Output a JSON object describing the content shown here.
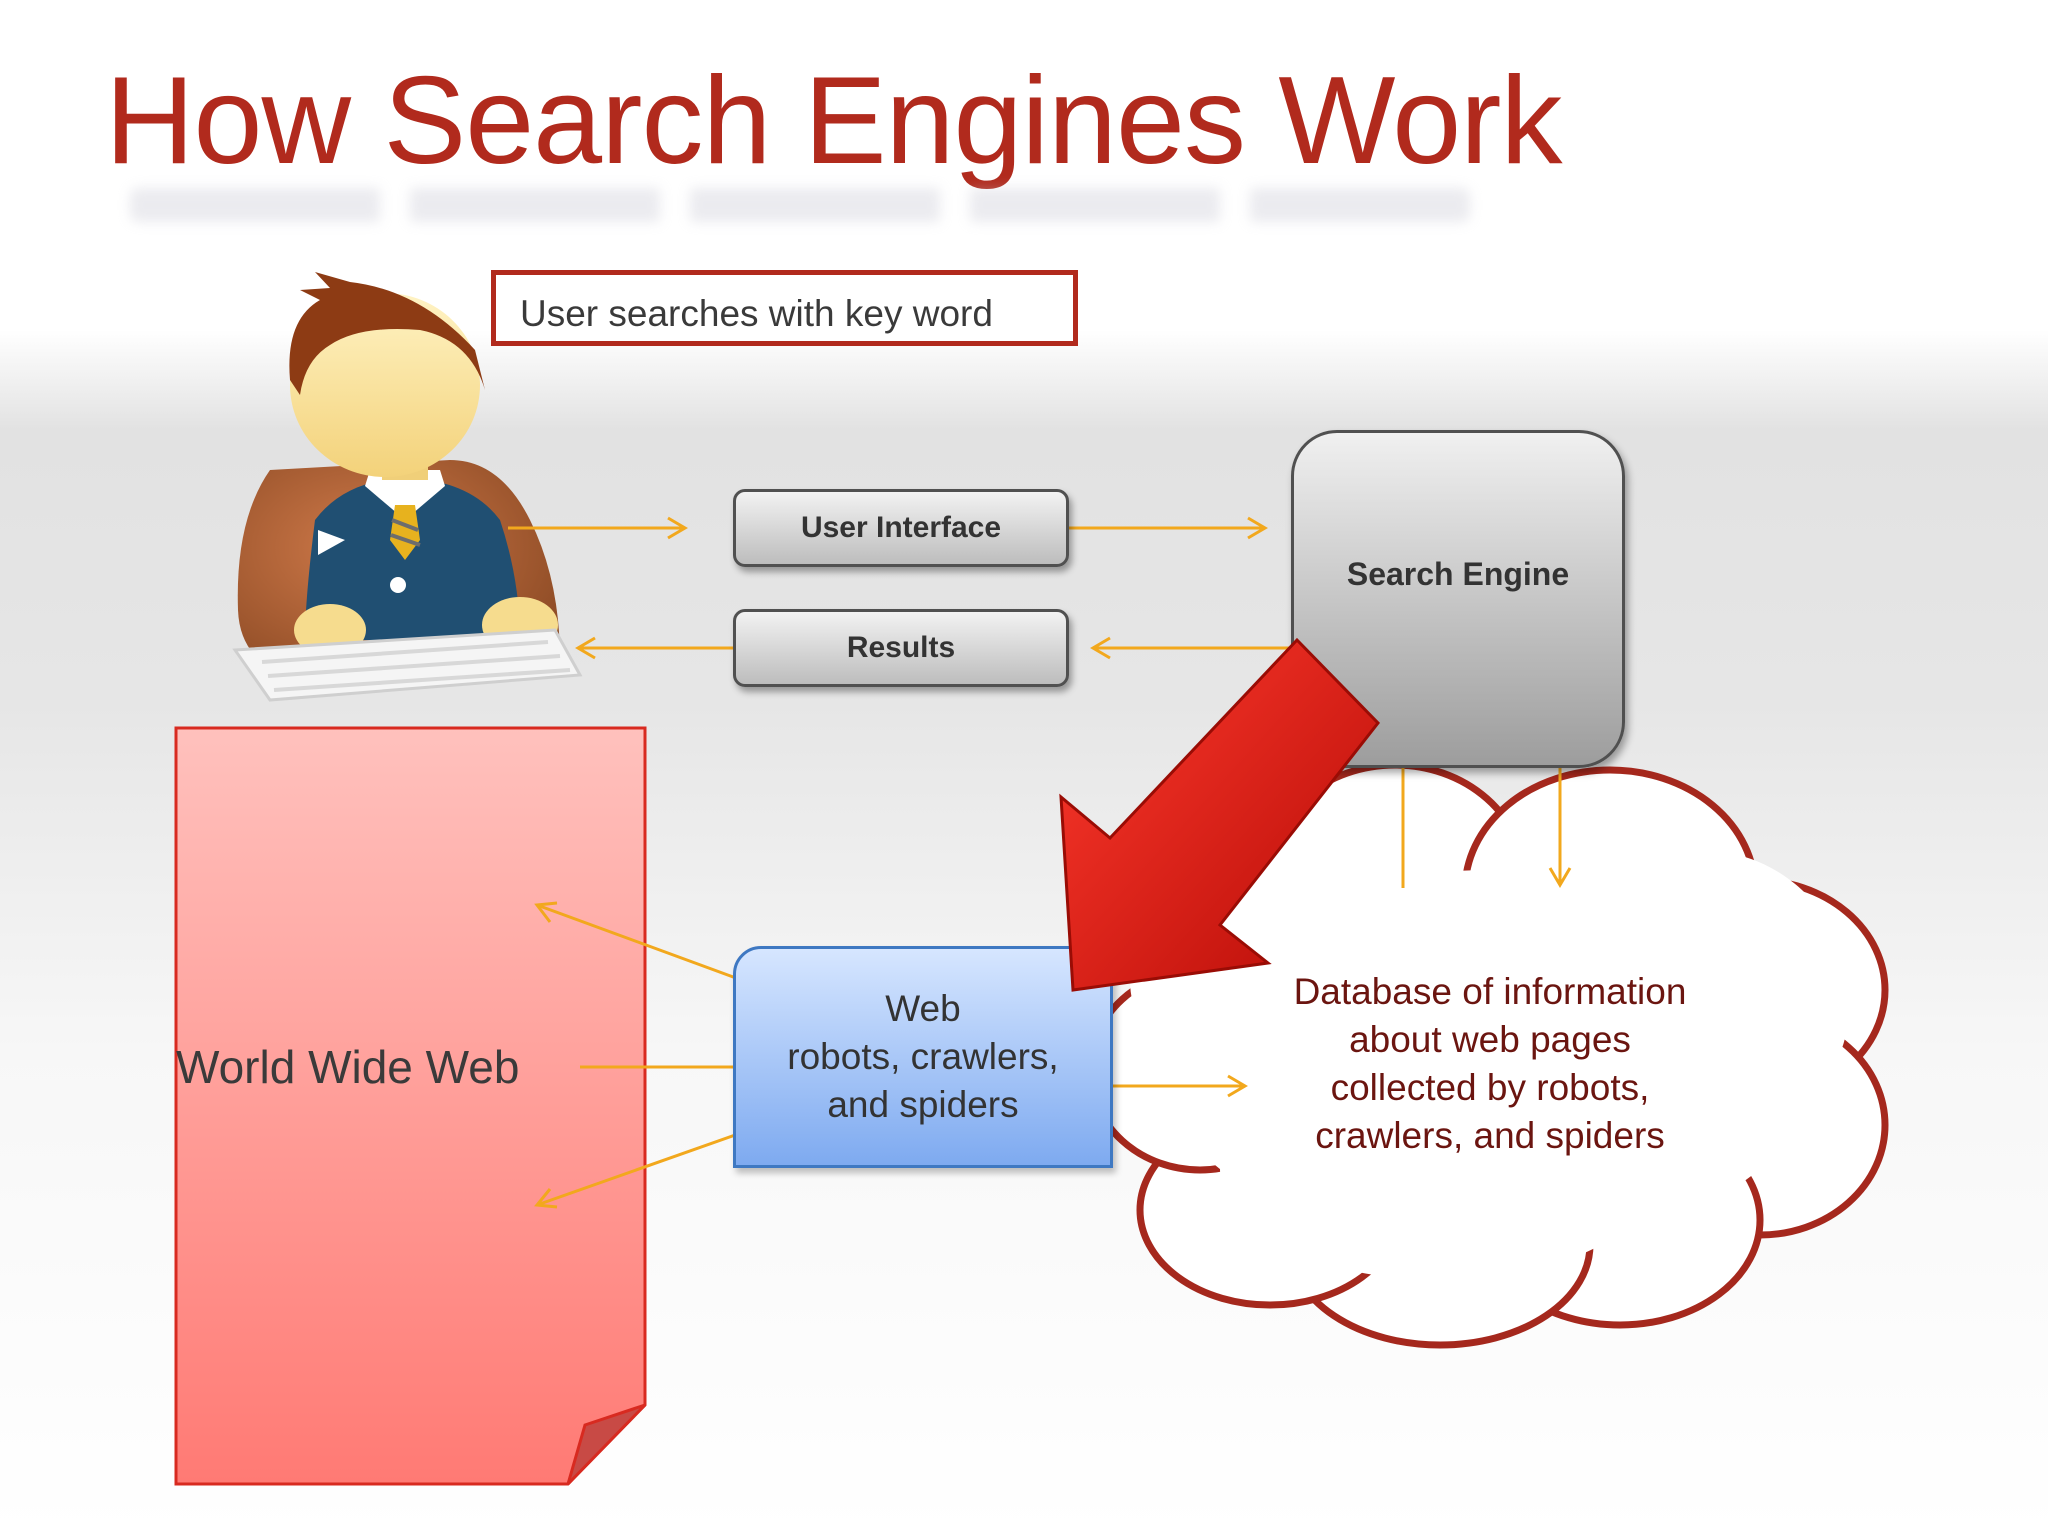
{
  "title": "How Search Engines Work",
  "callout": "User searches with key word",
  "nodes": {
    "user_interface": "User Interface",
    "results": "Results",
    "search_engine": "Search Engine",
    "world_wide_web": "World Wide Web",
    "robots": [
      "Web",
      "robots, crawlers,",
      "and spiders"
    ],
    "database": [
      "Database of information",
      "about web pages",
      "collected by robots,",
      "crawlers, and spiders"
    ]
  },
  "colors": {
    "accent_red": "#b12a1d",
    "arrow_orange": "#f2a81d",
    "big_arrow_red": "#d0140b",
    "web_page_pink": "#ff8a84",
    "robots_blue": "#8fb6f2"
  },
  "icons": [
    "user-at-computer-icon",
    "web-page-icon",
    "cloud-icon",
    "big-down-left-arrow-icon"
  ]
}
